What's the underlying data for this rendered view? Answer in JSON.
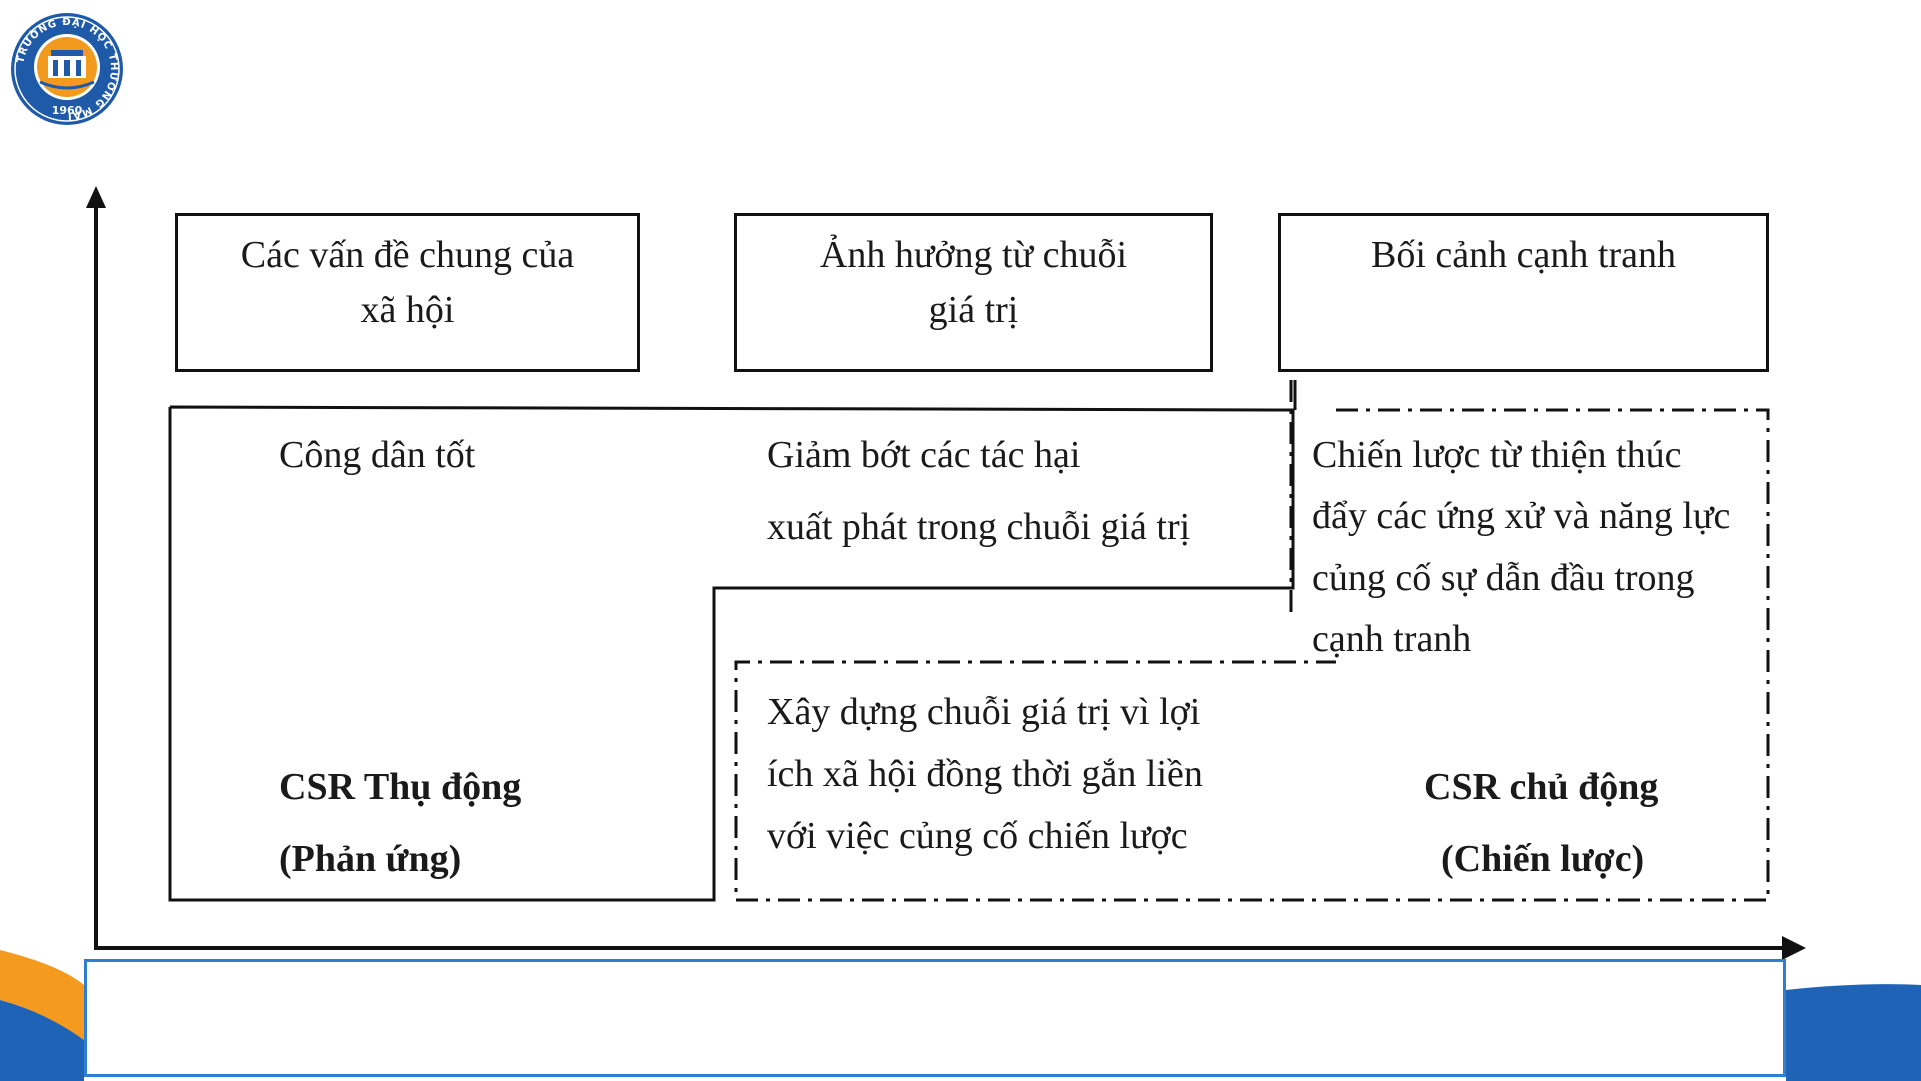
{
  "colors": {
    "line": "#111111",
    "logo_blue": "#1f5aa8",
    "logo_orange": "#f29a1e",
    "footer_border": "#2f7fd0",
    "corner_blue": "#1e63b5",
    "corner_orange": "#f39a1f"
  },
  "logo": {
    "ring_text": "TRƯỜNG ĐẠI HỌC THƯƠNG MẠI",
    "year": "1960"
  },
  "headers": [
    {
      "line1": "Các vấn đề chung của",
      "line2": "xã hội"
    },
    {
      "line1": "Ảnh hưởng từ chuỗi",
      "line2": "giá trị"
    },
    {
      "line1": "Bối cảnh cạnh tranh",
      "line2": ""
    }
  ],
  "cells": {
    "good_citizen": "Công dân tốt",
    "mitigate": {
      "line1": "Giảm bớt các tác hại",
      "line2": "xuất phát trong chuỗi giá trị"
    },
    "philanthropy": {
      "line1": "Chiến lược từ thiện thúc",
      "line2": "đẩy các ứng xử và năng lực",
      "line3": "củng cố sự dẫn đầu trong",
      "line4": "cạnh tranh"
    },
    "transform": {
      "line1": "Xây dựng chuỗi giá trị vì lợi",
      "line2": "ích xã hội đồng thời gắn liền",
      "line3": "với việc củng cố chiến lược"
    }
  },
  "labels": {
    "responsive": {
      "line1": "CSR Thụ động",
      "line2": "(Phản ứng)"
    },
    "strategic": {
      "line1": "CSR chủ động",
      "line2": "(Chiến lược)"
    }
  }
}
